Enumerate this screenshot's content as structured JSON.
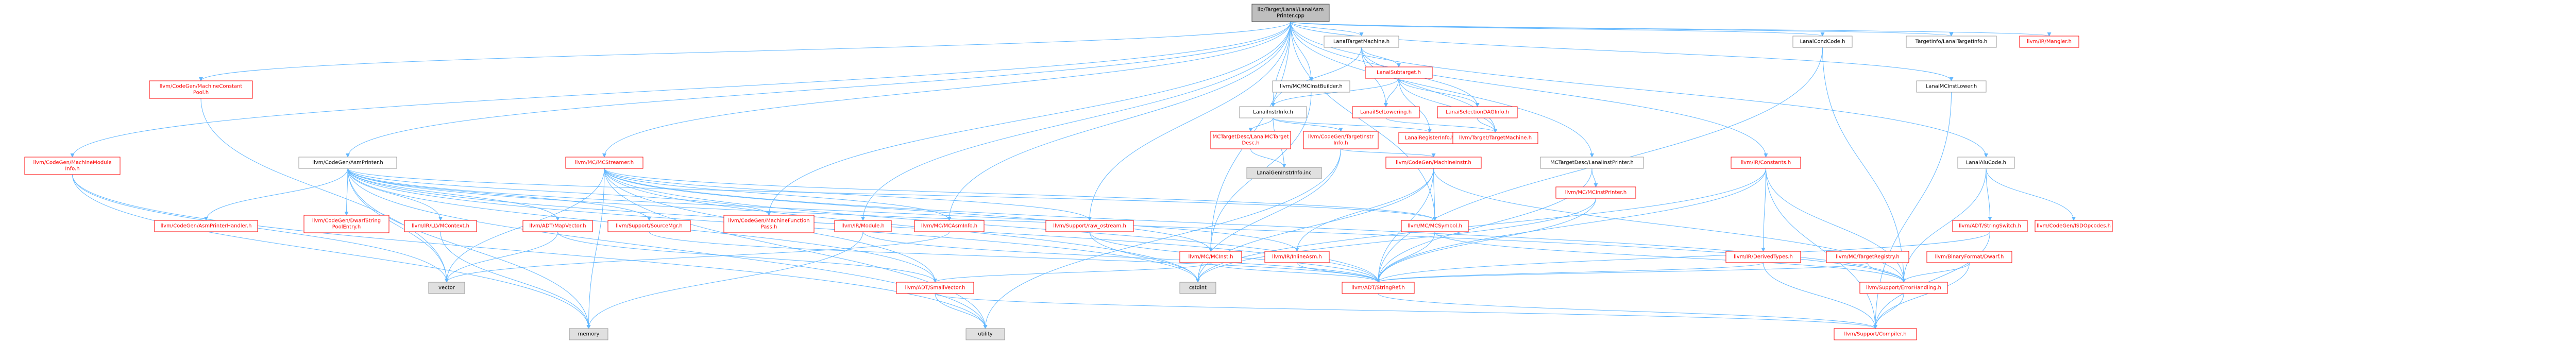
{
  "graph": {
    "colors": {
      "root_fill": "#bfbfbf",
      "root_stroke": "#404040",
      "node_fill": "#ffffff",
      "stroke_red": "#ff0000",
      "stroke_gray": "#999999",
      "text_red": "#ff0000",
      "text_default": "#000000",
      "system_fill": "#e0e0e0",
      "edge": "#63b8ff"
    },
    "nodes": [
      {
        "id": "root",
        "label": "lib/Target/Lanai/LanaiAsm\nPrinter.cpp",
        "kind": "root"
      },
      {
        "id": "mcp",
        "label": "llvm/CodeGen/MachineConstant\nPool.h",
        "kind": "red"
      },
      {
        "id": "mmi",
        "label": "llvm/CodeGen/MachineModule\nInfo.h",
        "kind": "red"
      },
      {
        "id": "asmp",
        "label": "llvm/CodeGen/AsmPrinter.h",
        "kind": "gray"
      },
      {
        "id": "mcib",
        "label": "llvm/MC/MCInstBuilder.h",
        "kind": "gray"
      },
      {
        "id": "lii",
        "label": "LanaiInstrInfo.h",
        "kind": "gray"
      },
      {
        "id": "ltm",
        "label": "LanaiTargetMachine.h",
        "kind": "gray"
      },
      {
        "id": "mcstreamer",
        "label": "llvm/MC/MCStreamer.h",
        "kind": "red"
      },
      {
        "id": "constants",
        "label": "llvm/IR/Constants.h",
        "kind": "red"
      },
      {
        "id": "lcc",
        "label": "LanaiCondCode.h",
        "kind": "gray"
      },
      {
        "id": "lmcil",
        "label": "LanaiMCInstLower.h",
        "kind": "gray"
      },
      {
        "id": "tlti",
        "label": "TargetInfo/LanaiTargetInfo.h",
        "kind": "gray"
      },
      {
        "id": "mangler",
        "label": "llvm/IR/Mangler.h",
        "kind": "red"
      },
      {
        "id": "subtgt",
        "label": "LanaiSubtarget.h",
        "kind": "red"
      },
      {
        "id": "isell",
        "label": "LanaiISelLowering.h",
        "kind": "red"
      },
      {
        "id": "seldag",
        "label": "LanaiSelectionDAGInfo.h",
        "kind": "red"
      },
      {
        "id": "regi",
        "label": "LanaiRegisterInfo.h",
        "kind": "red"
      },
      {
        "id": "ttm",
        "label": "llvm/Target/TargetMachine.h",
        "kind": "red"
      },
      {
        "id": "tdesc",
        "label": "MCTargetDesc/LanaiMCTarget\nDesc.h",
        "kind": "red"
      },
      {
        "id": "tinfo",
        "label": "llvm/CodeGen/TargetInstr\nInfo.h",
        "kind": "red"
      },
      {
        "id": "geninc",
        "label": "LanaiGenInstrInfo.inc",
        "kind": "system"
      },
      {
        "id": "minstr",
        "label": "llvm/CodeGen/MachineInstr.h",
        "kind": "red"
      },
      {
        "id": "instprinter",
        "label": "MCTargetDesc/LanaiInstPrinter.h",
        "kind": "gray"
      },
      {
        "id": "mcinstprinter",
        "label": "llvm/MC/MCInstPrinter.h",
        "kind": "red"
      },
      {
        "id": "aluc",
        "label": "LanaiAluCode.h",
        "kind": "gray"
      },
      {
        "id": "asmph",
        "label": "llvm/CodeGen/AsmPrinterHandler.h",
        "kind": "red"
      },
      {
        "id": "dwarf",
        "label": "llvm/CodeGen/DwarfString\nPoolEntry.h",
        "kind": "red"
      },
      {
        "id": "llvmctx",
        "label": "llvm/IR/LLVMContext.h",
        "kind": "red"
      },
      {
        "id": "mapv",
        "label": "llvm/ADT/MapVector.h",
        "kind": "red"
      },
      {
        "id": "smgr",
        "label": "llvm/Support/SourceMgr.h",
        "kind": "red"
      },
      {
        "id": "mfp",
        "label": "llvm/CodeGen/MachineFunction\nPass.h",
        "kind": "red"
      },
      {
        "id": "module",
        "label": "llvm/IR/Module.h",
        "kind": "red"
      },
      {
        "id": "mcasm",
        "label": "llvm/MC/MCAsmInfo.h",
        "kind": "red"
      },
      {
        "id": "rawos",
        "label": "llvm/Support/raw_ostream.h",
        "kind": "red"
      },
      {
        "id": "mcinst",
        "label": "llvm/MC/MCInst.h",
        "kind": "red"
      },
      {
        "id": "inlineasm",
        "label": "llvm/IR/InlineAsm.h",
        "kind": "red"
      },
      {
        "id": "mcsym",
        "label": "llvm/MC/MCSymbol.h",
        "kind": "red"
      },
      {
        "id": "derived",
        "label": "llvm/IR/DerivedTypes.h",
        "kind": "red"
      },
      {
        "id": "treg",
        "label": "llvm/MC/TargetRegistry.h",
        "kind": "red"
      },
      {
        "id": "bfc",
        "label": "llvm/BinaryFormat/Dwarf.h",
        "kind": "red"
      },
      {
        "id": "strswitch",
        "label": "llvm/ADT/StringSwitch.h",
        "kind": "red"
      },
      {
        "id": "isd",
        "label": "llvm/CodeGen/ISDOpcodes.h",
        "kind": "red"
      },
      {
        "id": "vector",
        "label": "vector",
        "kind": "system"
      },
      {
        "id": "smallvec",
        "label": "llvm/ADT/SmallVector.h",
        "kind": "red"
      },
      {
        "id": "cstdint",
        "label": "cstdint",
        "kind": "system"
      },
      {
        "id": "stringref",
        "label": "llvm/ADT/StringRef.h",
        "kind": "red"
      },
      {
        "id": "errh",
        "label": "llvm/Support/ErrorHandling.h",
        "kind": "red"
      },
      {
        "id": "memory",
        "label": "memory",
        "kind": "system"
      },
      {
        "id": "utility",
        "label": "utility",
        "kind": "system"
      },
      {
        "id": "compiler",
        "label": "llvm/Support/Compiler.h",
        "kind": "red"
      }
    ],
    "edges": [
      [
        "root",
        "mcp"
      ],
      [
        "root",
        "mmi"
      ],
      [
        "root",
        "asmp"
      ],
      [
        "root",
        "mcib"
      ],
      [
        "root",
        "lii"
      ],
      [
        "root",
        "ltm"
      ],
      [
        "root",
        "mcstreamer"
      ],
      [
        "root",
        "constants"
      ],
      [
        "root",
        "lcc"
      ],
      [
        "root",
        "lmcil"
      ],
      [
        "root",
        "tlti"
      ],
      [
        "root",
        "mangler"
      ],
      [
        "root",
        "module"
      ],
      [
        "root",
        "mcasm"
      ],
      [
        "root",
        "rawos"
      ],
      [
        "root",
        "mcinst"
      ],
      [
        "root",
        "mcsym"
      ],
      [
        "root",
        "mfp"
      ],
      [
        "root",
        "instprinter"
      ],
      [
        "root",
        "aluc"
      ],
      [
        "ltm",
        "subtgt"
      ],
      [
        "ltm",
        "lii"
      ],
      [
        "ltm",
        "isell"
      ],
      [
        "ltm",
        "seldag"
      ],
      [
        "ltm",
        "ttm"
      ],
      [
        "subtgt",
        "isell"
      ],
      [
        "subtgt",
        "seldag"
      ],
      [
        "subtgt",
        "lii"
      ],
      [
        "subtgt",
        "regi"
      ],
      [
        "subtgt",
        "ttm"
      ],
      [
        "isell",
        "ttm"
      ],
      [
        "seldag",
        "ttm"
      ],
      [
        "lii",
        "tdesc"
      ],
      [
        "lii",
        "tinfo"
      ],
      [
        "lii",
        "regi"
      ],
      [
        "lii",
        "geninc"
      ],
      [
        "tdesc",
        "geninc"
      ],
      [
        "tinfo",
        "minstr"
      ],
      [
        "tinfo",
        "utility"
      ],
      [
        "tinfo",
        "cstdint"
      ],
      [
        "mcib",
        "mcinst"
      ],
      [
        "asmp",
        "asmph"
      ],
      [
        "asmp",
        "dwarf"
      ],
      [
        "asmp",
        "llvmctx"
      ],
      [
        "asmp",
        "mapv"
      ],
      [
        "asmp",
        "smgr"
      ],
      [
        "asmp",
        "mfp"
      ],
      [
        "asmp",
        "smallvec"
      ],
      [
        "asmp",
        "cstdint"
      ],
      [
        "asmp",
        "vector"
      ],
      [
        "asmp",
        "memory"
      ],
      [
        "asmp",
        "utility"
      ],
      [
        "asmp",
        "stringref"
      ],
      [
        "asmp",
        "inlineasm"
      ],
      [
        "asmp",
        "mcsym"
      ],
      [
        "asmp",
        "errh"
      ],
      [
        "mcstreamer",
        "mcasm"
      ],
      [
        "mcstreamer",
        "rawos"
      ],
      [
        "mcstreamer",
        "smallvec"
      ],
      [
        "mcstreamer",
        "mcsym"
      ],
      [
        "mcstreamer",
        "cstdint"
      ],
      [
        "mcstreamer",
        "vector"
      ],
      [
        "mcstreamer",
        "utility"
      ],
      [
        "mcstreamer",
        "memory"
      ],
      [
        "mcstreamer",
        "errh"
      ],
      [
        "mcstreamer",
        "stringref"
      ],
      [
        "mcstreamer",
        "mcinst"
      ],
      [
        "minstr",
        "inlineasm"
      ],
      [
        "minstr",
        "mcsym"
      ],
      [
        "minstr",
        "stringref"
      ],
      [
        "minstr",
        "cstdint"
      ],
      [
        "minstr",
        "errh"
      ],
      [
        "instprinter",
        "mcinstprinter"
      ],
      [
        "instprinter",
        "stringref"
      ],
      [
        "mcinstprinter",
        "stringref"
      ],
      [
        "mcinstprinter",
        "cstdint"
      ],
      [
        "constants",
        "derived"
      ],
      [
        "constants",
        "stringref"
      ],
      [
        "constants",
        "cstdint"
      ],
      [
        "constants",
        "errh"
      ],
      [
        "constants",
        "compiler"
      ],
      [
        "lcc",
        "stringref"
      ],
      [
        "lcc",
        "errh"
      ],
      [
        "lmcil",
        "compiler"
      ],
      [
        "aluc",
        "strswitch"
      ],
      [
        "aluc",
        "isd"
      ],
      [
        "aluc",
        "errh"
      ],
      [
        "mmi",
        "vector"
      ],
      [
        "mmi",
        "memory"
      ],
      [
        "mmi",
        "utility"
      ],
      [
        "mcp",
        "vector"
      ],
      [
        "derived",
        "stringref"
      ],
      [
        "derived",
        "compiler"
      ],
      [
        "treg",
        "stringref"
      ],
      [
        "treg",
        "errh"
      ],
      [
        "bfc",
        "errh"
      ],
      [
        "bfc",
        "compiler"
      ],
      [
        "llvmctx",
        "memory"
      ],
      [
        "mapv",
        "vector"
      ],
      [
        "mapv",
        "smallvec"
      ],
      [
        "smgr",
        "stringref"
      ],
      [
        "module",
        "stringref"
      ],
      [
        "module",
        "memory"
      ],
      [
        "mcasm",
        "vector"
      ],
      [
        "rawos",
        "stringref"
      ],
      [
        "rawos",
        "cstdint"
      ],
      [
        "mcinst",
        "smallvec"
      ],
      [
        "mcinst",
        "stringref"
      ],
      [
        "inlineasm",
        "stringref"
      ],
      [
        "mcsym",
        "stringref"
      ],
      [
        "mcsym",
        "errh"
      ],
      [
        "smallvec",
        "compiler"
      ],
      [
        "smallvec",
        "utility"
      ],
      [
        "stringref",
        "compiler"
      ],
      [
        "errh",
        "compiler"
      ],
      [
        "strswitch",
        "stringref"
      ],
      [
        "strswitch",
        "compiler"
      ]
    ]
  }
}
